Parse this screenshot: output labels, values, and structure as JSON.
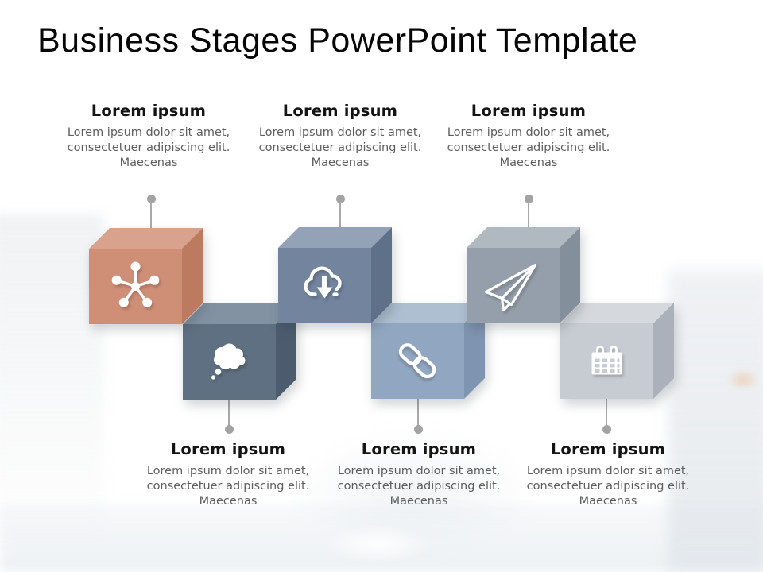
{
  "slide": {
    "title": "Business Stages PowerPoint Template"
  },
  "colors": {
    "background": "#ffffff",
    "title_text": "#060606",
    "heading_text": "#141414",
    "body_text": "#5d5d5d",
    "connector_line": "#a9a9a9",
    "connector_dot": "#a3a3a3",
    "icon": "#ffffff"
  },
  "stages": [
    {
      "heading": "Lorem ipsum",
      "body": "Lorem ipsum dolor sit amet, consectetuer adipiscing elit. Maecenas",
      "icon": "network-icon",
      "row": "top",
      "colors": {
        "front": "#cf8f77",
        "top": "#d9a28d",
        "side": "#bc7a61"
      }
    },
    {
      "heading": "Lorem ipsum",
      "body": "Lorem ipsum dolor sit amet, consectetuer adipiscing elit. Maecenas",
      "icon": "thought-cloud-icon",
      "row": "bottom",
      "colors": {
        "front": "#5f7082",
        "top": "#8292a3",
        "side": "#4c5c6e"
      }
    },
    {
      "heading": "Lorem ipsum",
      "body": "Lorem ipsum dolor sit amet, consectetuer adipiscing elit. Maecenas",
      "icon": "cloud-download-icon",
      "row": "top",
      "colors": {
        "front": "#73849e",
        "top": "#93a2b6",
        "side": "#5f7089"
      }
    },
    {
      "heading": "Lorem ipsum",
      "body": "Lorem ipsum dolor sit amet, consectetuer adipiscing elit. Maecenas",
      "icon": "chain-link-icon",
      "row": "bottom",
      "colors": {
        "front": "#91a6c0",
        "top": "#aebfd1",
        "side": "#7f94b0"
      }
    },
    {
      "heading": "Lorem ipsum",
      "body": "Lorem ipsum dolor sit amet, consectetuer adipiscing elit. Maecenas",
      "icon": "paper-plane-icon",
      "row": "top",
      "colors": {
        "front": "#949fab",
        "top": "#b0b8c0",
        "side": "#848f9c"
      }
    },
    {
      "heading": "Lorem ipsum",
      "body": "Lorem ipsum dolor sit amet, consectetuer adipiscing elit. Maecenas",
      "icon": "calendar-icon",
      "row": "bottom",
      "colors": {
        "front": "#c7ccd2",
        "top": "#d5d9dd",
        "side": "#aab1ba"
      }
    }
  ]
}
